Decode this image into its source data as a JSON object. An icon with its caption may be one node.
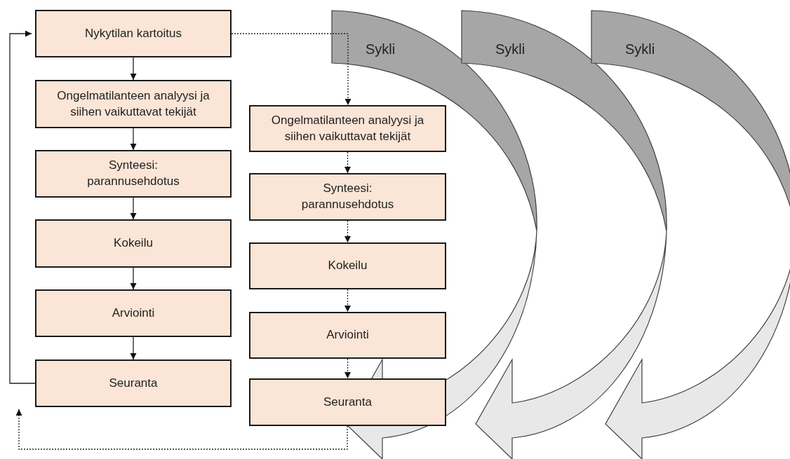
{
  "diagram": {
    "nodes": [
      {
        "text": [
          "Nykytilan kartoitus"
        ]
      },
      {
        "text": [
          "Ongelmatilanteen analyysi ja siihen vaikuttavat tekijät"
        ]
      },
      {
        "text": [
          "Synteesi: parannusehdotus"
        ]
      },
      {
        "text": [
          "Kokeilu"
        ]
      },
      {
        "text": [
          "Arviointi"
        ]
      },
      {
        "text": [
          "Seuranta"
        ]
      },
      {
        "text": [
          "Ongelmatilanteen analyysi ja siihen vaikuttavat tekijät"
        ]
      },
      {
        "text": [
          "Synteesi: parannusehdotus"
        ]
      },
      {
        "text": [
          "Kokeilu"
        ]
      },
      {
        "text": [
          "Arviointi"
        ]
      },
      {
        "text": [
          "Seuranta"
        ]
      }
    ],
    "edges": [
      {
        "from": 0,
        "to": 1,
        "arrow": "to"
      },
      {
        "from": 1,
        "to": 2,
        "arrow": "to"
      },
      {
        "from": 2,
        "to": 3,
        "arrow": "to"
      },
      {
        "from": 3,
        "to": 4,
        "arrow": "to"
      },
      {
        "from": 4,
        "to": 5,
        "arrow": "to"
      },
      {
        "from": 5,
        "to": 0,
        "arrow": "to"
      },
      {
        "from": 0,
        "to": 6,
        "arrow": "to",
        "style": "dashed"
      },
      {
        "from": 6,
        "to": 7,
        "arrow": "to",
        "style": "dashed"
      },
      {
        "from": 7,
        "to": 8,
        "arrow": "to",
        "style": "dashed"
      },
      {
        "from": 8,
        "to": 9,
        "arrow": "to",
        "style": "dashed"
      },
      {
        "from": 9,
        "to": 10,
        "arrow": "to",
        "style": "dashed"
      },
      {
        "from": 10,
        "to": 5,
        "arrow": "to",
        "style": "dashed"
      }
    ],
    "labels": [
      "Sykli",
      "Sykli",
      "Sykli"
    ]
  }
}
